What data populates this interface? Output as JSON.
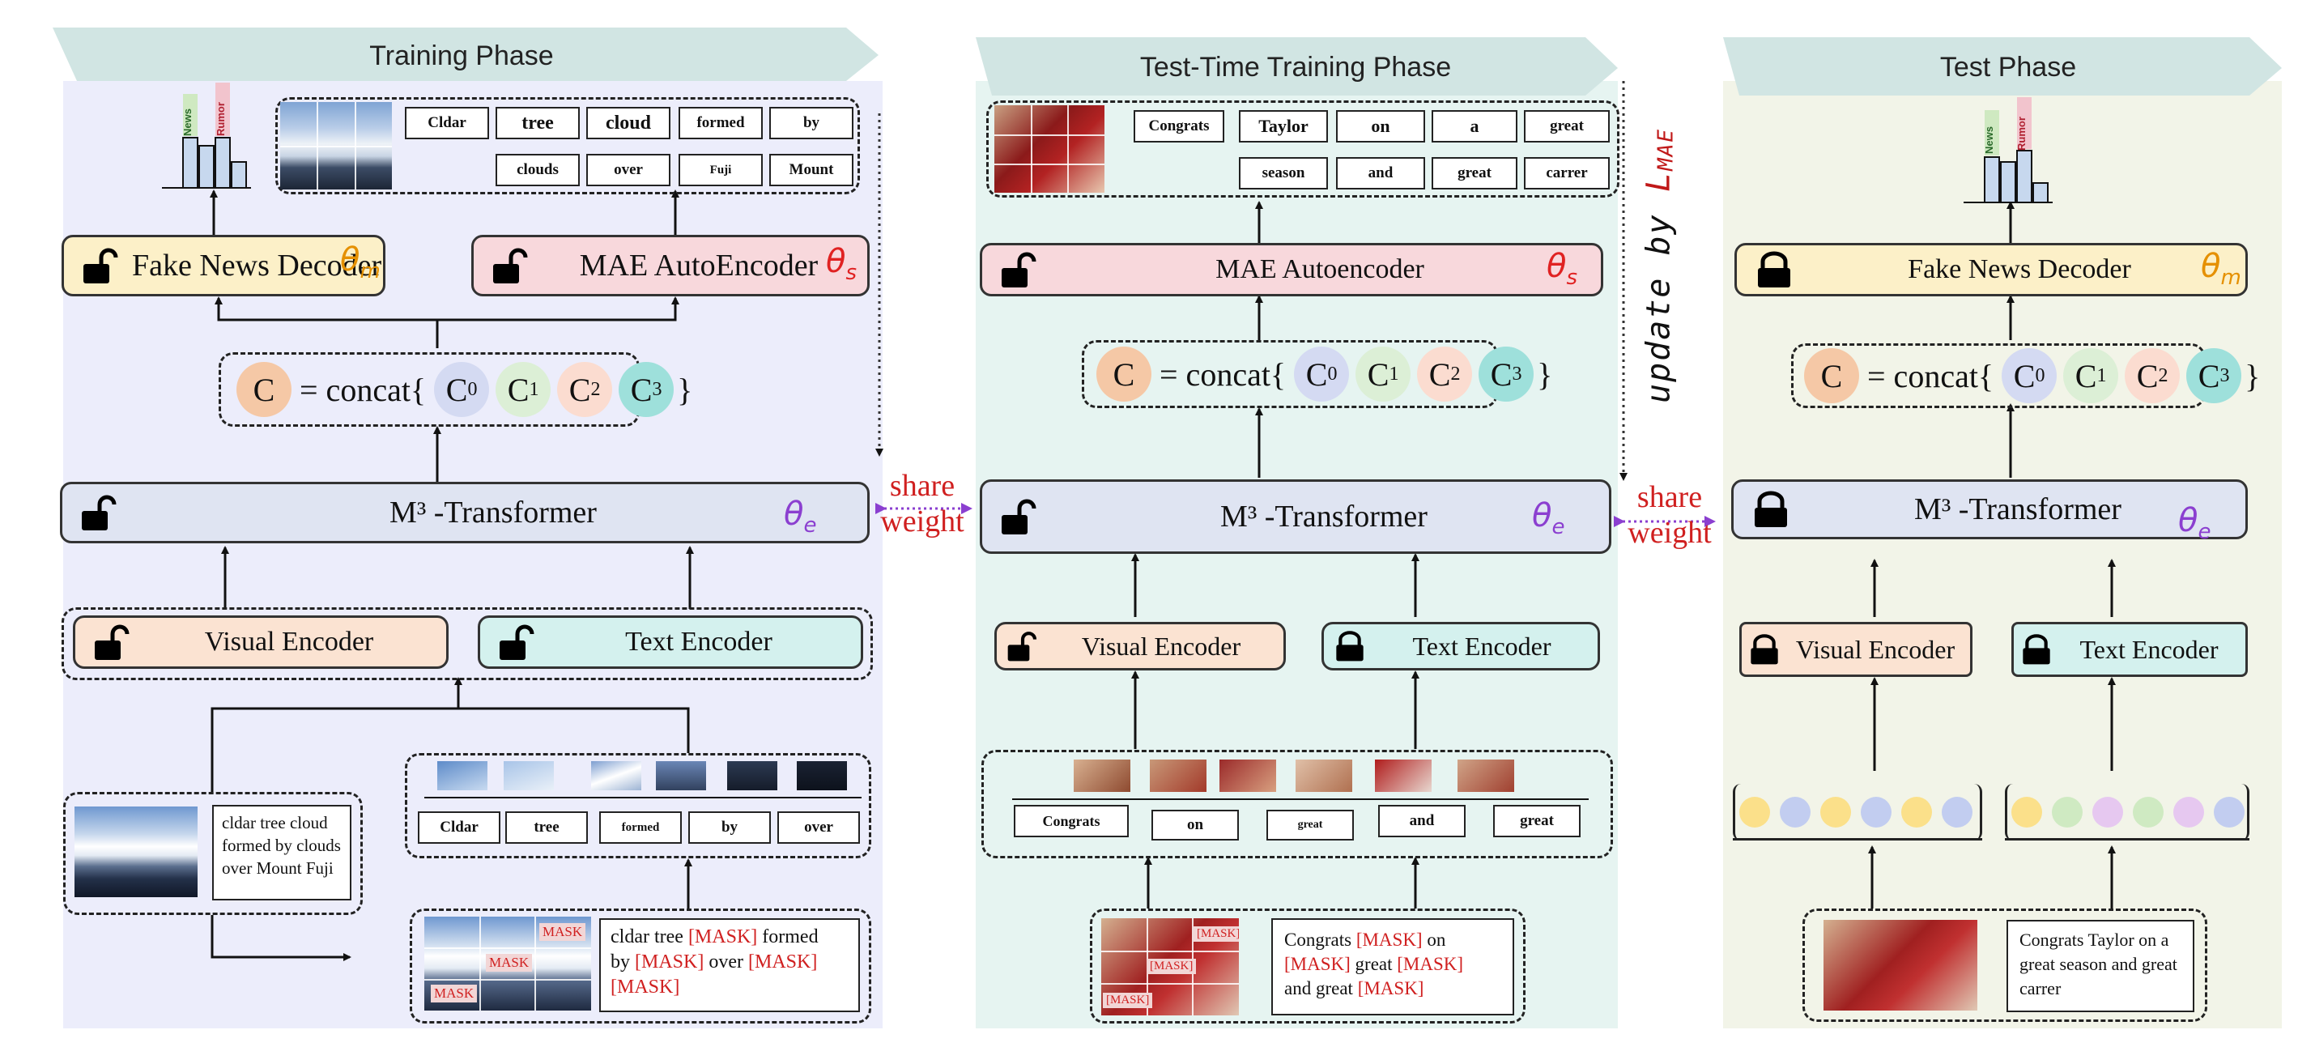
{
  "phases": {
    "training": "Training Phase",
    "ttt": "Test-Time Training Phase",
    "test": "Test Phase"
  },
  "modules": {
    "fake_news_decoder": "Fake News Decoder",
    "mae_autoencoder_train": "MAE AutoEncoder",
    "mae_autoencoder_ttt": "MAE Autoencoder",
    "m3_transformer": "M³ -Transformer",
    "visual_encoder": "Visual Encoder",
    "text_encoder": "Text Encoder"
  },
  "params": {
    "theta_m": "θm",
    "theta_s": "θs",
    "theta_e": "θe"
  },
  "concat": {
    "c": "C",
    "eq": "= concat{",
    "close": "}",
    "c0": "C0",
    "c1": "C1",
    "c2": "C2",
    "c3": "C3"
  },
  "share_weight": {
    "line1": "share",
    "line2": "weight"
  },
  "update_label": "update by L_MAE",
  "bar_labels": {
    "news": "News",
    "rumor": "Rumor"
  },
  "training": {
    "recon_tokens_row1": [
      "Cldar",
      "tree",
      "cloud",
      "formed",
      "by"
    ],
    "recon_tokens_row2": [
      "clouds",
      "over",
      "Fuji",
      "Mount"
    ],
    "input_tokens": [
      "Cldar",
      "tree",
      "formed",
      "by",
      "over"
    ],
    "input_text": "cldar tree cloud formed by clouds over Mount Fuji",
    "masked_image_labels": [
      "MASK",
      "MASK",
      "MASK"
    ],
    "masked_text": {
      "a": "cldar tree ",
      "m1": "[MASK]",
      "b": " formed",
      "c": "by ",
      "m2": "[MASK]",
      "d": " over ",
      "m3": "[MASK]",
      "m4": "[MASK]"
    }
  },
  "ttt": {
    "recon_tokens_row1": [
      "Congrats",
      "Taylor",
      "on",
      "a",
      "great"
    ],
    "recon_tokens_row2": [
      "season",
      "and",
      "great",
      "carrer"
    ],
    "input_tokens": [
      "Congrats",
      "on",
      "great",
      "and",
      "great"
    ],
    "masked_image_labels": [
      "[MASK]",
      "[MASK]",
      "[MASK]"
    ],
    "masked_text": {
      "a": "Congrats ",
      "m1": "[MASK]",
      "b": " on",
      "m2": "[MASK]",
      "c": " great ",
      "m3": "[MASK]",
      "d": "and great ",
      "m4": "[MASK]"
    }
  },
  "test": {
    "input_text": "Congrats Taylor on a great season and great carrer"
  },
  "colors": {
    "training_bg": "#ecedfb",
    "ttt_bg": "#e6f4f1",
    "test_bg": "#f2f4e8",
    "header_bg": "#d1e5e3",
    "decoder": "#fcf0c8",
    "mae": "#f8d8dc",
    "transformer": "#dfe4f2",
    "visual_encoder": "#fbe3d2",
    "text_encoder": "#d4f1ee",
    "theta_m": "#e59000",
    "theta_s": "#e02222",
    "theta_e": "#8b3fd0",
    "share_arrow": "#8b3fd0"
  }
}
